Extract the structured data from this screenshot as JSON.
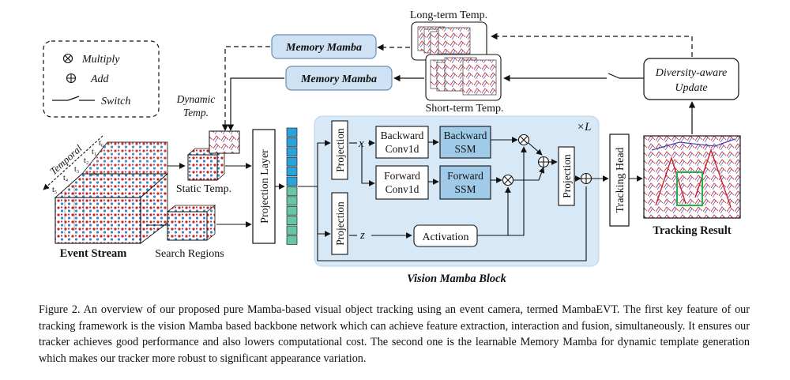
{
  "diagram": {
    "legend": {
      "multiply_symbol": "⊗",
      "multiply": "Multiply",
      "add_symbol": "⊕",
      "add": "Add",
      "switch": "Switch"
    },
    "memory_mamba_top": "Memory Mamba",
    "memory_mamba_bottom": "Memory Mamba",
    "long_term_temp": "Long-term Temp.",
    "short_term_temp": "Short-term Temp.",
    "dynamic_temp_line1": "Dynamic",
    "dynamic_temp_line2": "Temp.",
    "diversity_line1": "Diversity-aware",
    "diversity_line2": "Update",
    "temporal": "Temporal",
    "time_labels": [
      "t₁",
      "t₂",
      "t₃",
      "t₄",
      "t₅",
      "t₆"
    ],
    "event_stream": "Event Stream",
    "static_temp": "Static Temp.",
    "search_regions": "Search Regions",
    "projection_layer": "Projection Layer",
    "projection": "Projection",
    "x_var": "x",
    "z_var": "z",
    "backward_conv_1": "Backward",
    "backward_conv_2": "Conv1d",
    "backward_ssm_1": "Backward",
    "backward_ssm_2": "SSM",
    "forward_conv_1": "Forward",
    "forward_conv_2": "Conv1d",
    "forward_ssm_1": "Forward",
    "forward_ssm_2": "SSM",
    "activation": "Activation",
    "repeat": "×L",
    "vision_mamba_block": "Vision Mamba Block",
    "tracking_head": "Tracking Head",
    "tracking_result": "Tracking Result"
  },
  "colors": {
    "block_bg": "#d7e8f7",
    "memory_box": "#cfe2f3",
    "ssm_box": "#9fcbe8",
    "token_blue": "#2aa3dc",
    "token_green": "#66c7a6",
    "event_red": "#c8222c",
    "event_blue": "#2f86d1",
    "tracking_box": "#22b14c"
  },
  "caption": {
    "label": "Figure 2.",
    "text": "An overview of our proposed pure Mamba-based visual object tracking using an event camera, termed MambaEVT. The first key feature of our tracking framework is the vision Mamba based backbone network which can achieve feature extraction, interaction and fusion, simultaneously. It ensures our tracker achieves good performance and also lowers computational cost. The second one is the learnable Memory Mamba for dynamic template generation which makes our tracker more robust to significant appearance variation."
  }
}
